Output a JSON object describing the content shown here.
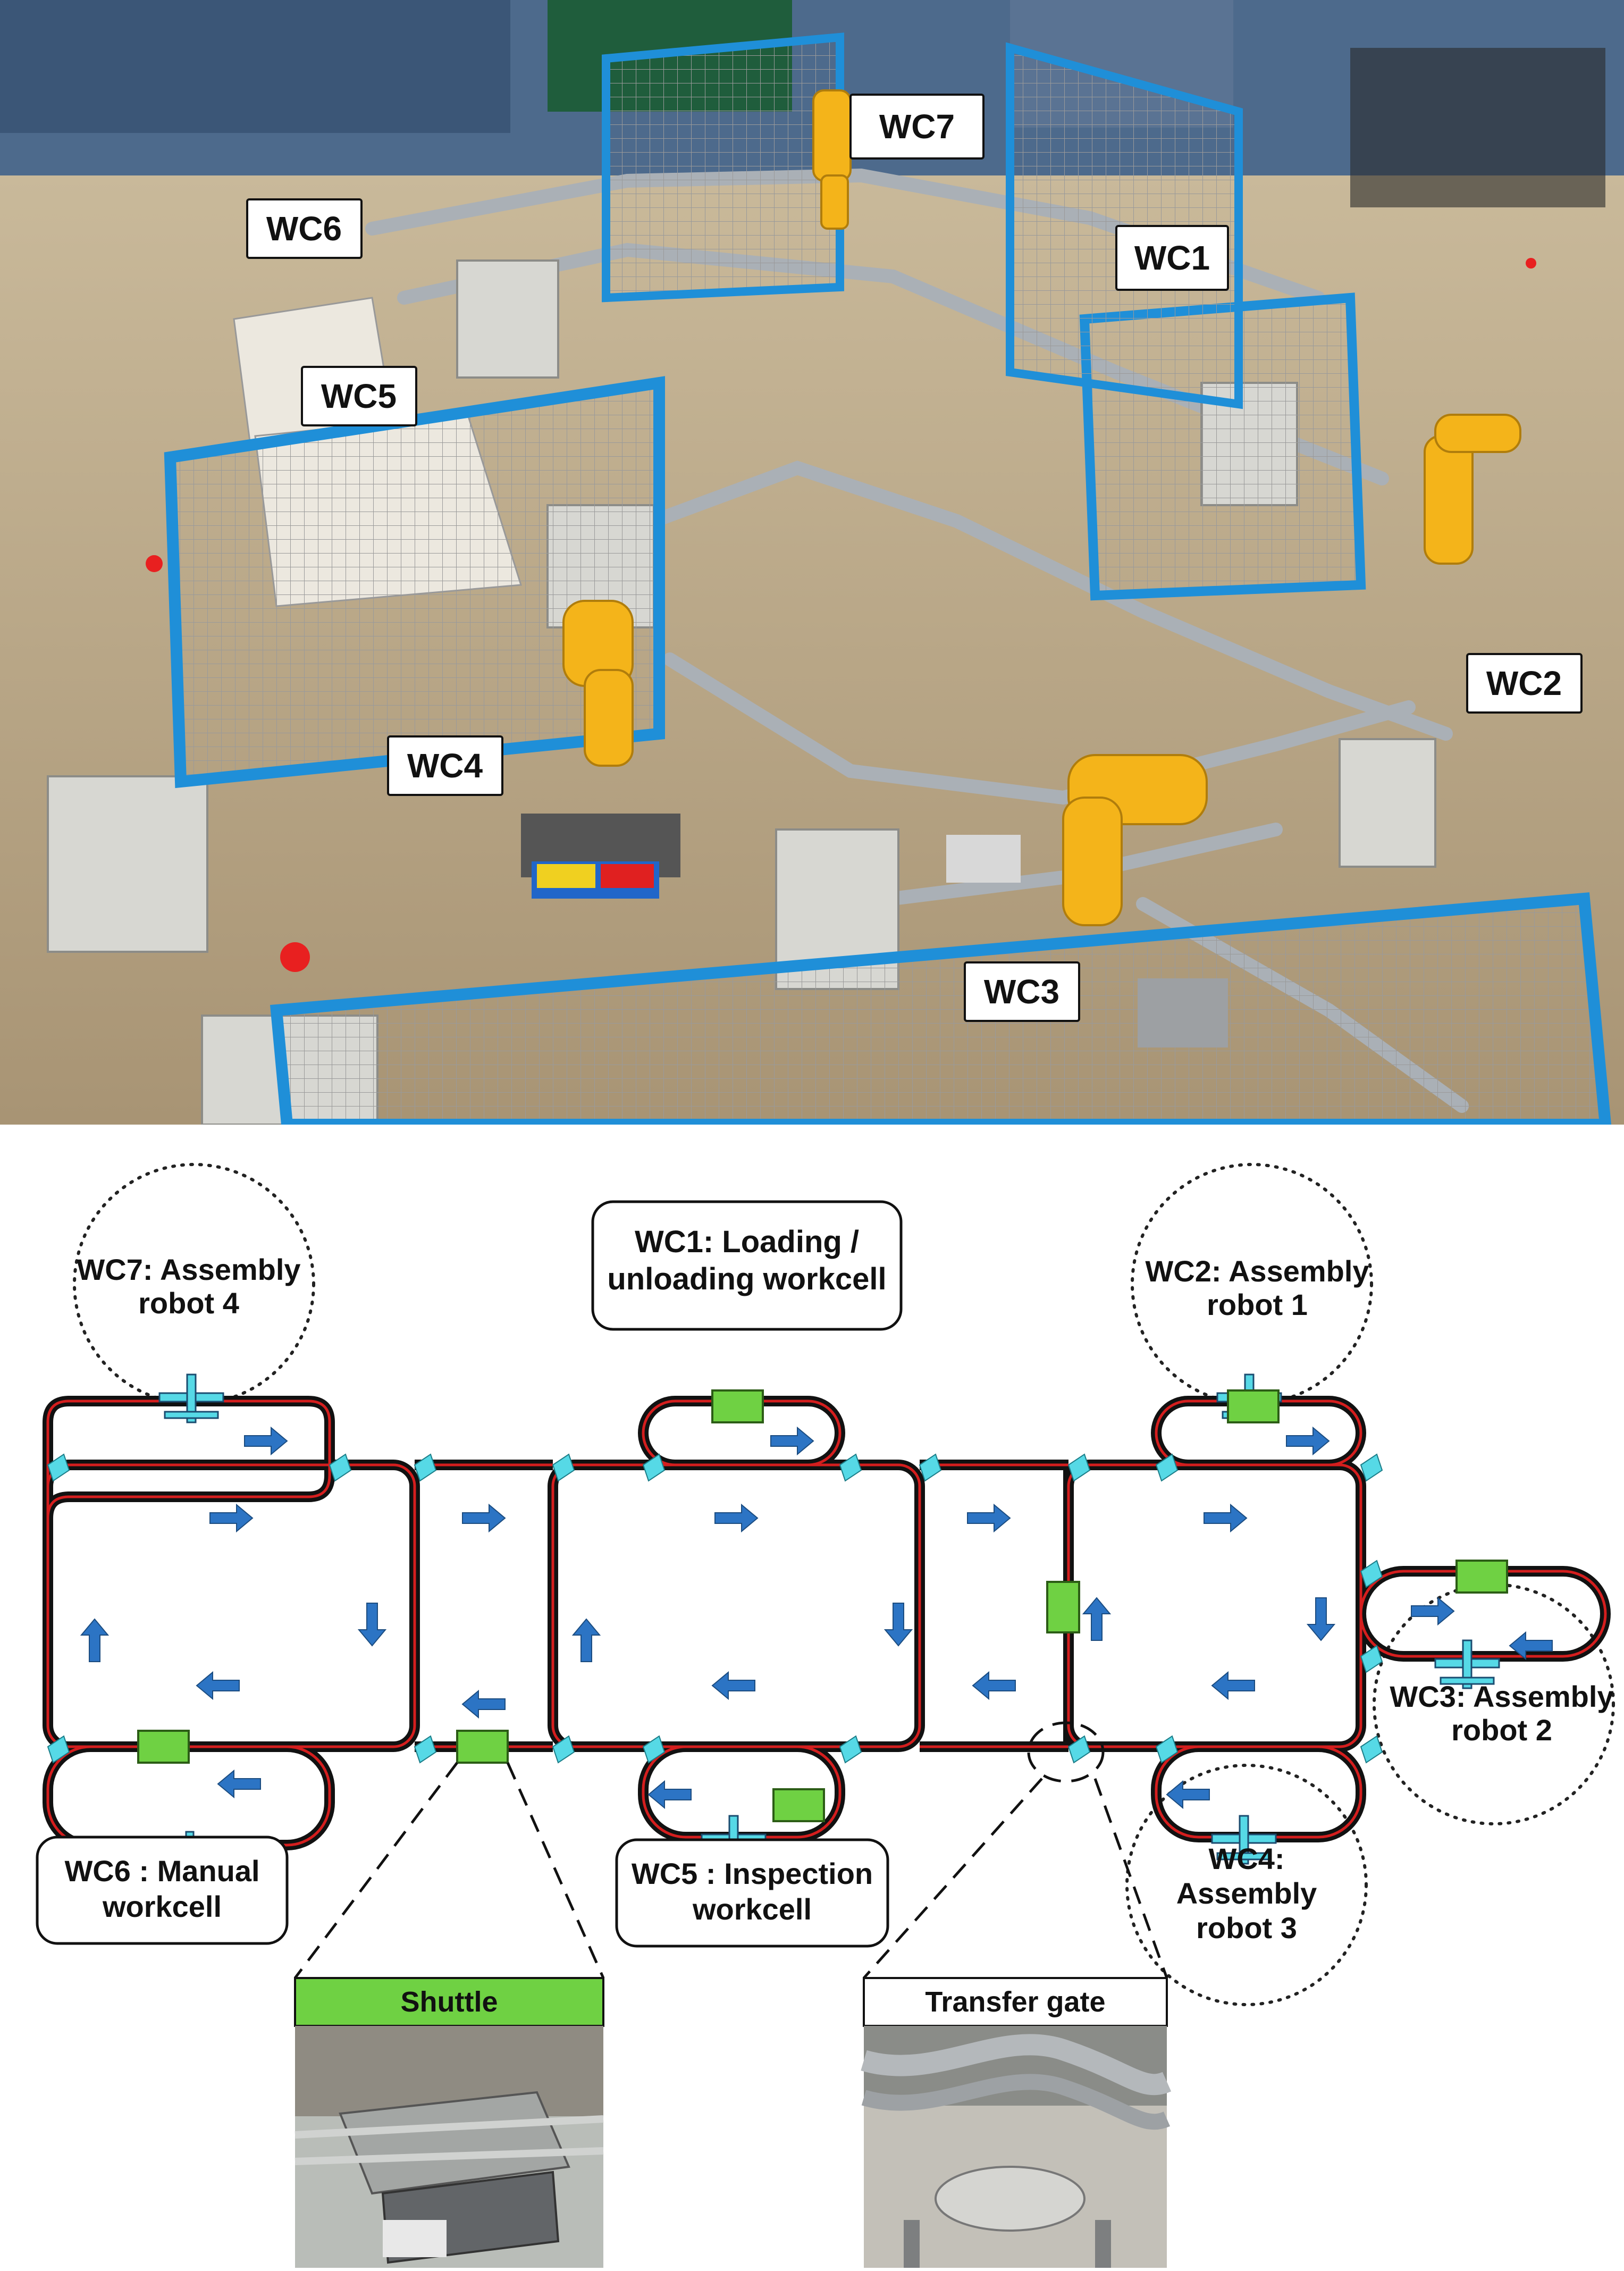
{
  "photo": {
    "labels": {
      "wc1": "WC1",
      "wc2": "WC2",
      "wc3": "WC3",
      "wc4": "WC4",
      "wc5": "WC5",
      "wc6": "WC6",
      "wc7": "WC7"
    }
  },
  "diagram": {
    "workcells": {
      "wc1": [
        "WC1: Loading /",
        "unloading workcell"
      ],
      "wc2": [
        "WC2: Assembly",
        "robot 1"
      ],
      "wc3": [
        "WC3: Assembly",
        "robot 2"
      ],
      "wc4": [
        "WC4:",
        "Assembly",
        "robot 3"
      ],
      "wc5": [
        "WC5 : Inspection",
        "workcell"
      ],
      "wc6": [
        "WC6 : Manual",
        "workcell"
      ],
      "wc7": [
        "WC7: Assembly",
        "robot 4"
      ]
    },
    "callouts": {
      "shuttle": "Shuttle",
      "transfer_gate": "Transfer gate"
    }
  },
  "colors": {
    "frame_blue": "#1f8fd8",
    "robot_yellow": "#f4b41a",
    "track_black": "#111111",
    "track_red": "#d41e1e",
    "arrow_blue": "#2c74c4",
    "shuttle_green": "#6fd143",
    "gate_cyan": "#56d9e6"
  }
}
